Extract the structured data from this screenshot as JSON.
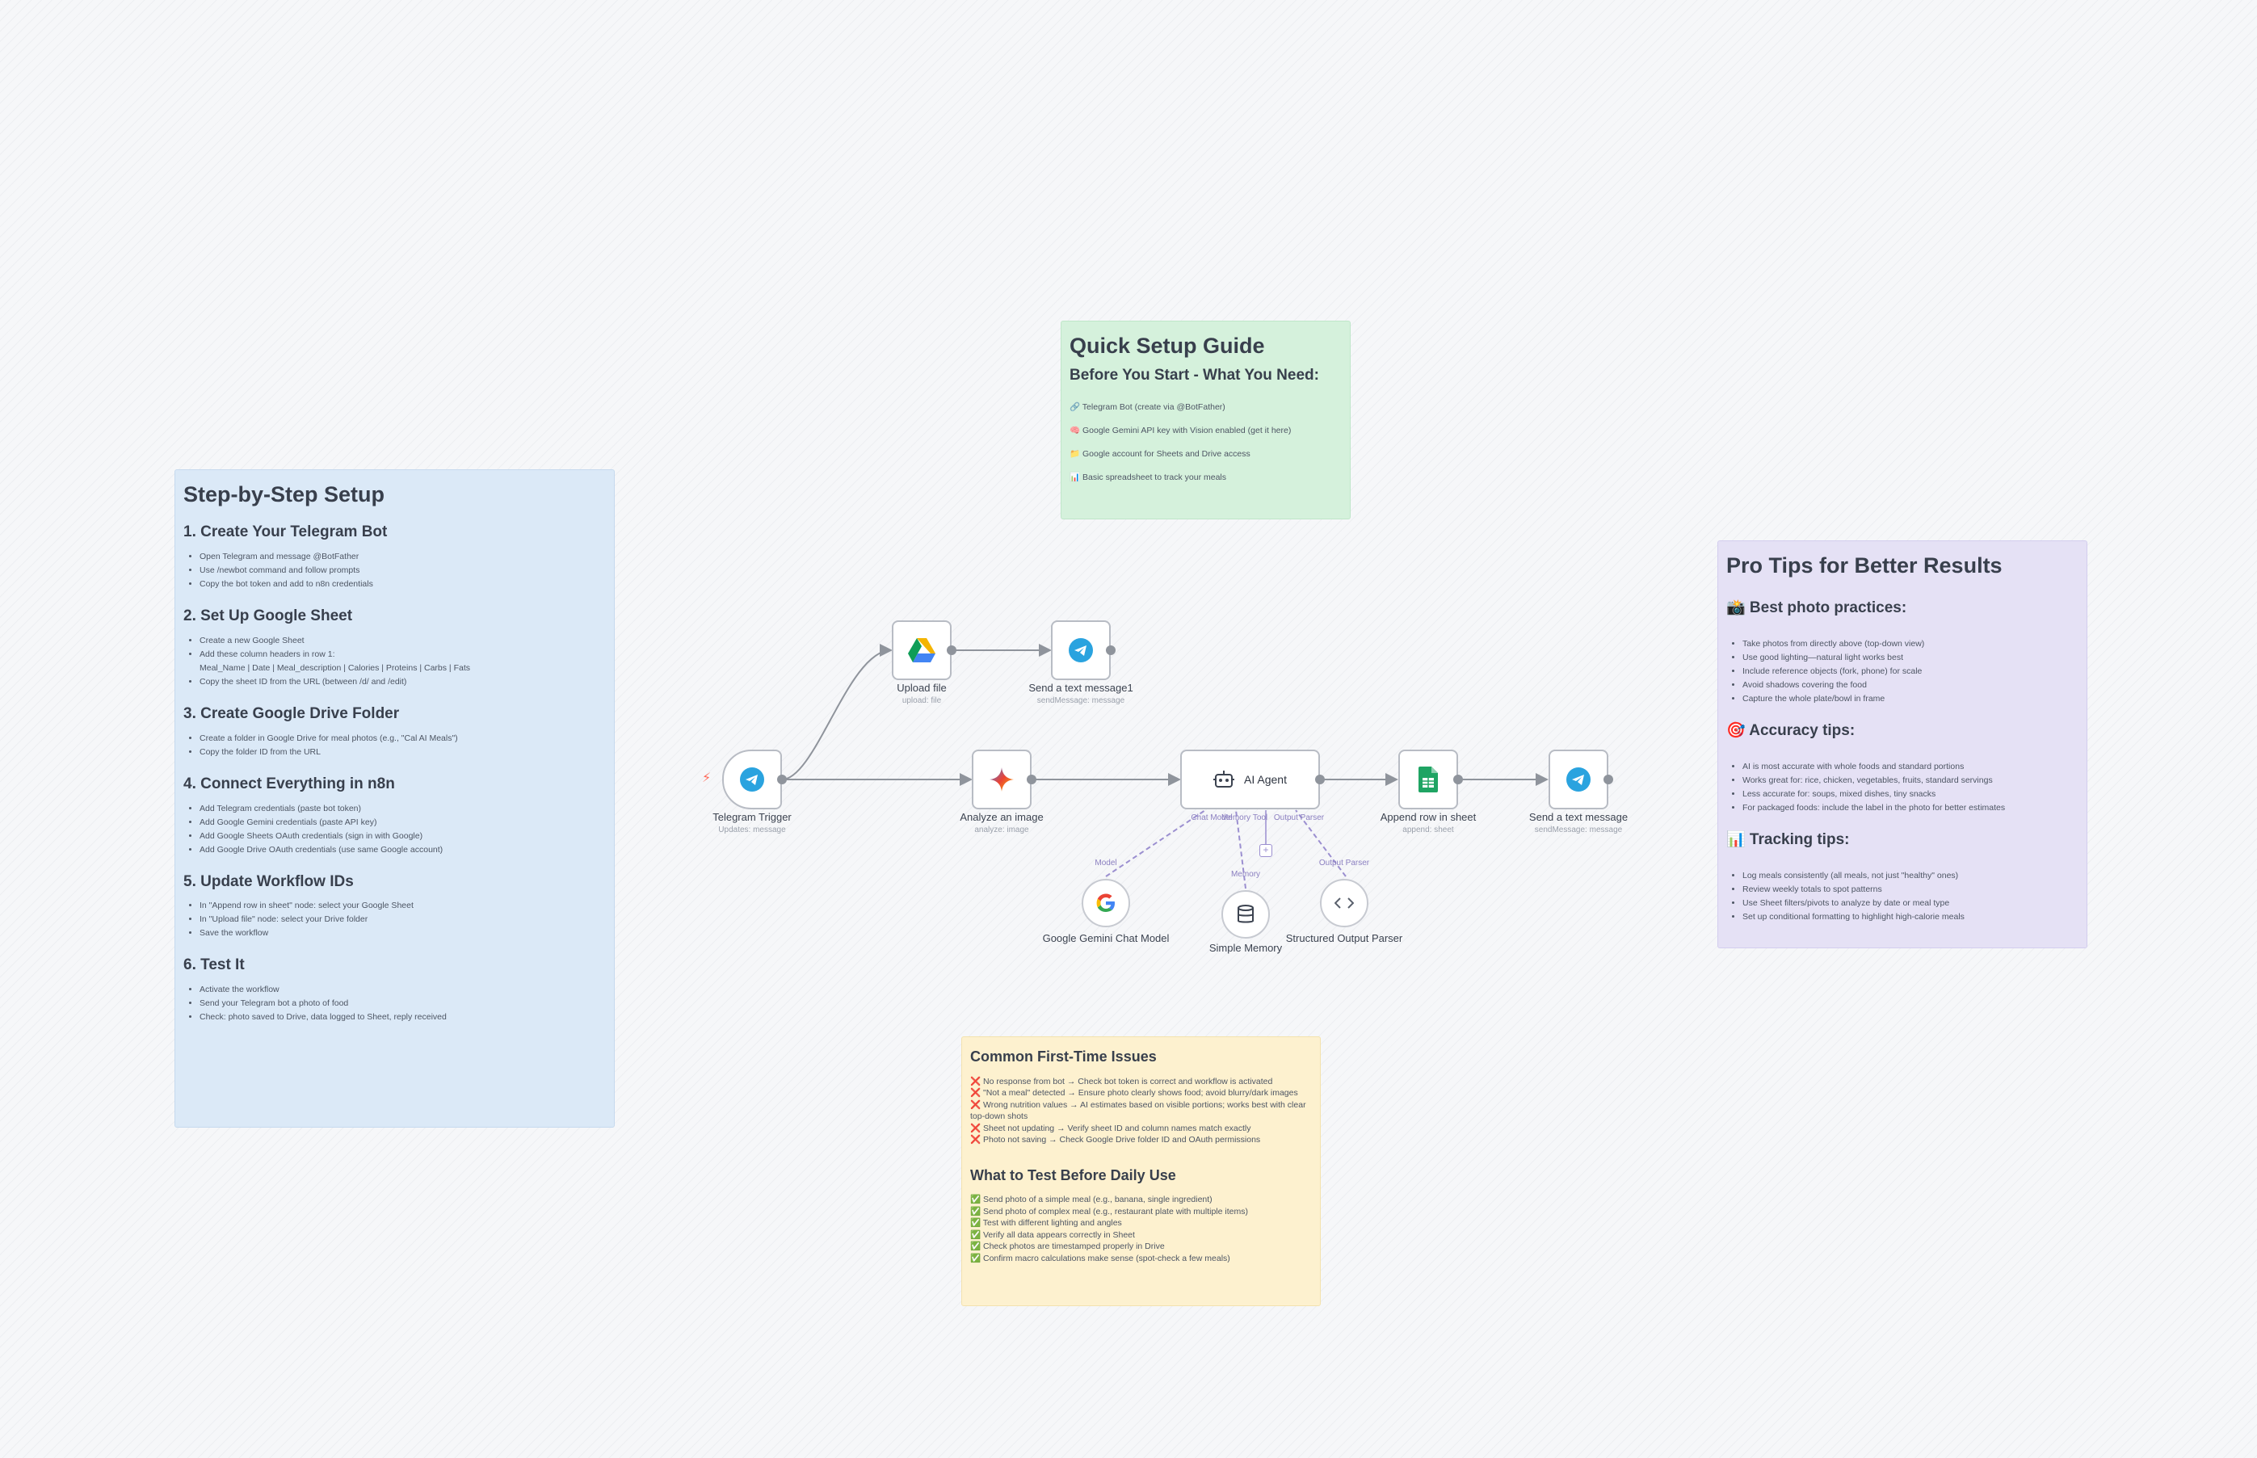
{
  "sticky_steps": {
    "title": "Step-by-Step Setup",
    "s1_title": "1. Create Your Telegram Bot",
    "s1_items": [
      "Open Telegram and message @BotFather",
      "Use /newbot command and follow prompts",
      "Copy the bot token and add to n8n credentials"
    ],
    "s2_title": "2. Set Up Google Sheet",
    "s2_items": [
      "Create a new Google Sheet",
      "Add these column headers in row 1:",
      "Meal_Name | Date | Meal_description | Calories | Proteins | Carbs | Fats",
      "Copy the sheet ID from the URL (between /d/ and /edit)"
    ],
    "s3_title": "3. Create Google Drive Folder",
    "s3_items": [
      "Create a folder in Google Drive for meal photos (e.g., \"Cal AI Meals\")",
      "Copy the folder ID from the URL"
    ],
    "s4_title": "4. Connect Everything in n8n",
    "s4_items": [
      "Add Telegram credentials (paste bot token)",
      "Add Google Gemini credentials (paste API key)",
      "Add Google Sheets OAuth credentials (sign in with Google)",
      "Add Google Drive OAuth credentials (use same Google account)"
    ],
    "s5_title": "5. Update Workflow IDs",
    "s5_items": [
      "In \"Append row in sheet\" node: select your Google Sheet",
      "In \"Upload file\" node: select your Drive folder",
      "Save the workflow"
    ],
    "s6_title": "6. Test It",
    "s6_items": [
      "Activate the workflow",
      "Send your Telegram bot a photo of food",
      "Check: photo saved to Drive, data logged to Sheet, reply received"
    ]
  },
  "sticky_quick": {
    "title": "Quick Setup Guide",
    "subtitle": "Before You Start - What You Need:",
    "items": [
      "🔗 Telegram Bot (create via @BotFather)",
      "🧠 Google Gemini API key with Vision enabled (get it here)",
      "📁 Google account for Sheets and Drive access",
      "📊 Basic spreadsheet to track your meals"
    ]
  },
  "sticky_tips": {
    "title": "Pro Tips for Better Results",
    "photo_title": "📸 Best photo practices:",
    "photo_items": [
      "Take photos from directly above (top-down view)",
      "Use good lighting—natural light works best",
      "Include reference objects (fork, phone) for scale",
      "Avoid shadows covering the food",
      "Capture the whole plate/bowl in frame"
    ],
    "accuracy_title": "🎯 Accuracy tips:",
    "accuracy_items": [
      "AI is most accurate with whole foods and standard portions",
      "Works great for: rice, chicken, vegetables, fruits, standard servings",
      "Less accurate for: soups, mixed dishes, tiny snacks",
      "For packaged foods: include the label in the photo for better estimates"
    ],
    "tracking_title": "📊 Tracking tips:",
    "tracking_items": [
      "Log meals consistently (all meals, not just \"healthy\" ones)",
      "Review weekly totals to spot patterns",
      "Use Sheet filters/pivots to analyze by date or meal type",
      "Set up conditional formatting to highlight high-calorie meals"
    ]
  },
  "sticky_issues": {
    "title": "Common First-Time Issues",
    "issues": [
      "❌ No response from bot → Check bot token is correct and workflow is activated",
      "❌ \"Not a meal\" detected → Ensure photo clearly shows food; avoid blurry/dark images",
      "❌ Wrong nutrition values → AI estimates based on visible portions; works best with clear top-down shots",
      "❌ Sheet not updating → Verify sheet ID and column names match exactly",
      "❌ Photo not saving → Check Google Drive folder ID and OAuth permissions"
    ],
    "test_title": "What to Test Before Daily Use",
    "tests": [
      "✅ Send photo of a simple meal (e.g., banana, single ingredient)",
      "✅ Send photo of complex meal (e.g., restaurant plate with multiple items)",
      "✅ Test with different lighting and angles",
      "✅ Verify all data appears correctly in Sheet",
      "✅ Check photos are timestamped properly in Drive",
      "✅ Confirm macro calculations make sense (spot-check a few meals)"
    ]
  },
  "nodes": {
    "telegram_trigger": {
      "label": "Telegram Trigger",
      "sub": "Updates: message"
    },
    "upload_file": {
      "label": "Upload file",
      "sub": "upload: file"
    },
    "send_message1": {
      "label": "Send a text message1",
      "sub": "sendMessage: message"
    },
    "analyze_image": {
      "label": "Analyze an image",
      "sub": "analyze: image"
    },
    "ai_agent": {
      "label": "AI Agent",
      "port_chat": "Chat Model",
      "port_memory": "Memory",
      "port_tool": "Tool",
      "port_output": "Output Parser"
    },
    "append_row": {
      "label": "Append row in sheet",
      "sub": "append: sheet"
    },
    "send_message": {
      "label": "Send a text message",
      "sub": "sendMessage: message"
    },
    "gemini_model": {
      "label": "Google Gemini Chat Model",
      "port": "Model"
    },
    "simple_memory": {
      "label": "Simple Memory",
      "port": "Memory"
    },
    "output_parser": {
      "label": "Structured Output Parser",
      "port": "Output Parser"
    }
  },
  "colors": {
    "telegram": "#2aa3df",
    "drive_green": "#0f9d58",
    "drive_yellow": "#f4b400",
    "drive_blue": "#4285f4",
    "sheets": "#1fa463",
    "subnode_link": "#9b8fd0"
  }
}
